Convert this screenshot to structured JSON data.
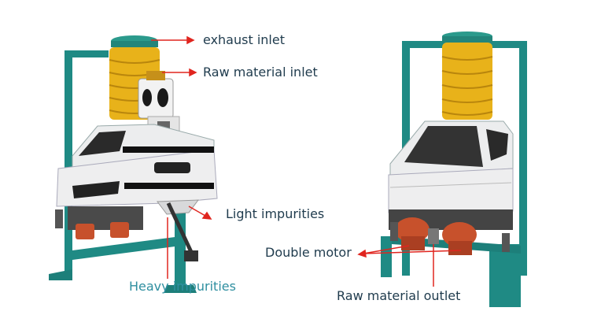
{
  "labels": {
    "exhaust_inlet": "exhaust inlet",
    "raw_material_inlet": "Raw material inlet",
    "light_impurities": "Light impurities",
    "double_motor": "Double motor",
    "heavy_impurities": "Heavy impurities",
    "raw_material_outlet": "Raw material outlet"
  },
  "colors": {
    "background": "#ffffff",
    "frame": "#1f8a84",
    "body": "#ecedee",
    "bellows": "#e8b21a",
    "motor": "#c7512c",
    "arrow": "#e0251f",
    "label_dark": "#1f3b4d",
    "label_teal": "#2f8fa0"
  }
}
